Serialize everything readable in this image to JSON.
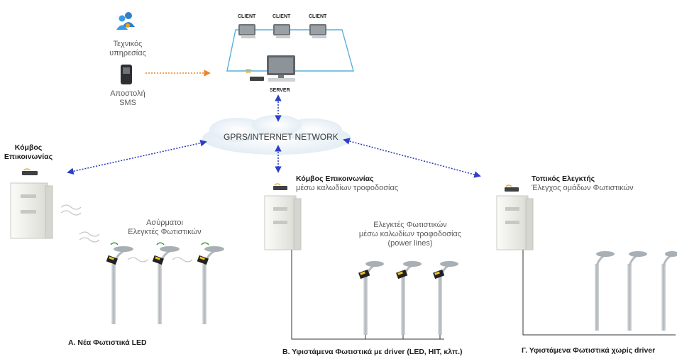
{
  "clients": [
    "CLIENT",
    "CLIENT",
    "CLIENT"
  ],
  "server": "SERVER",
  "network": "GPRS/INTERNET NETWORK",
  "tech": {
    "line1": "Τεχνικός",
    "line2": "υπηρεσίας"
  },
  "sms": {
    "line1": "Αποστολή",
    "line2": "SMS"
  },
  "node_left": {
    "line1": "Κόμβος",
    "line2": "Επικοινωνίας"
  },
  "wireless": {
    "line1": "Ασύρματοι",
    "line2": "Ελεγκτές Φωτιστικών"
  },
  "node_middle": {
    "title": "Κόμβος Επικοινωνίας",
    "subtitle": "μέσω καλωδίων τροφοδοσίας"
  },
  "plc": {
    "line1": "Ελεγκτές Φωτιστικών",
    "line2": "μέσω καλωδίων τροφοδοσίας",
    "line3": "(power lines)"
  },
  "local_controller": {
    "title": "Τοπικός Ελεγκτής",
    "subtitle": "Έλεγχος ομάδων Φωτιστικών"
  },
  "captions": {
    "a": "Α. Νέα Φωτιστικά LED",
    "b": "Β. Υφιστάμενα Φωτιστικά με driver (LED, HIT, κλπ.)",
    "c": "Γ. Υφιστάμενα Φωτιστικά χωρίς driver"
  },
  "colors": {
    "link": "#2b3fc8",
    "sms_link": "#e8862a",
    "lan": "#5aaed8",
    "cabinet": "#efefec",
    "pole": "#b9bfc4"
  },
  "icons": [
    "users-icon",
    "phone-icon",
    "computer-icon",
    "router-icon",
    "cabinet-icon",
    "streetlight-icon",
    "wireless-signal-icon",
    "cloud-icon",
    "controller-module-icon"
  ]
}
